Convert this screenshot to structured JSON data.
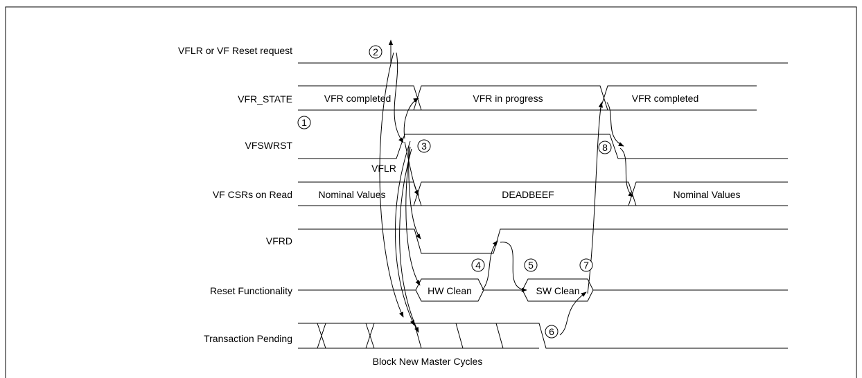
{
  "signals": {
    "vflr_request": "VFLR or VF Reset request",
    "vfr_state": "VFR_STATE",
    "vfswrst": "VFSWRST",
    "vf_csrs": "VF CSRs on Read",
    "vfrd": "VFRD",
    "reset_func": "Reset Functionality",
    "trans_pending": "Transaction Pending"
  },
  "states": {
    "vfr_completed_1": "VFR completed",
    "vfr_in_progress": "VFR in progress",
    "vfr_completed_2": "VFR completed",
    "nominal_1": "Nominal Values",
    "deadbeef": "DEADBEEF",
    "nominal_2": "Nominal Values",
    "hw_clean": "HW Clean",
    "sw_clean": "SW Clean"
  },
  "annotations": {
    "vflr": "VFLR",
    "block_cycles": "Block New Master Cycles"
  },
  "steps": {
    "s1": "1",
    "s2": "2",
    "s3": "3",
    "s4": "4",
    "s5": "5",
    "s6": "6",
    "s7": "7",
    "s8": "8"
  }
}
